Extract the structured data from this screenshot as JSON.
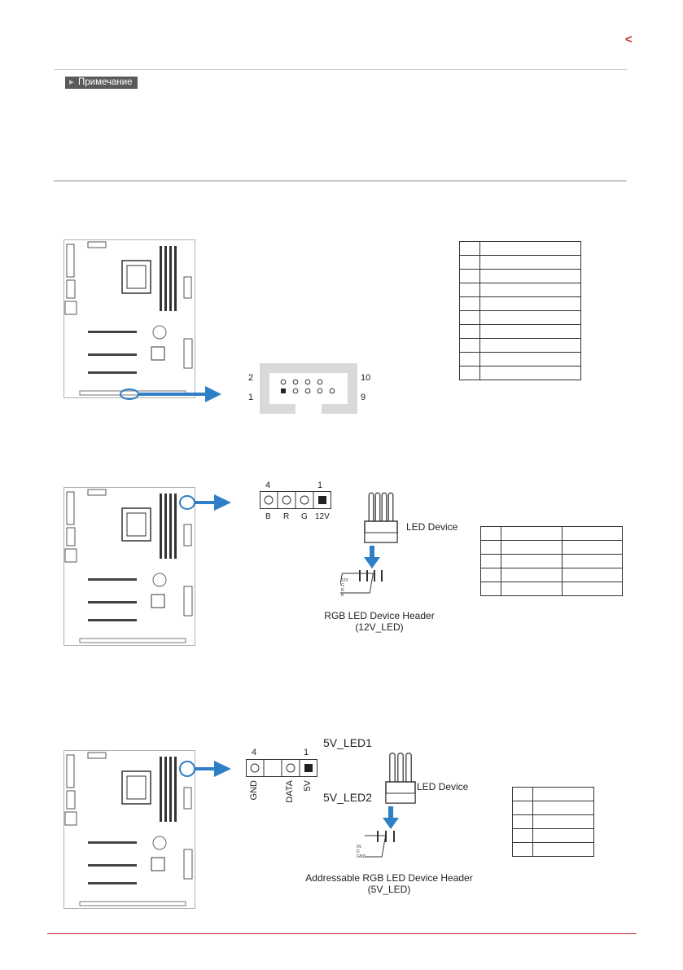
{
  "nav": {
    "back_icon": "chevron-left-icon",
    "accent": "#c0282d"
  },
  "note": {
    "label": "Примечание"
  },
  "section1": {
    "header_pins": {
      "top_left": "2",
      "top_right": "10",
      "bottom_left": "1",
      "bottom_right": "9"
    },
    "table_rows": 10
  },
  "section2": {
    "pin_left": "4",
    "pin_right": "1",
    "pin_labels": [
      "B",
      "R",
      "G",
      "12V"
    ],
    "device_label": "LED Device",
    "caption_line1": "RGB LED Device Header",
    "caption_line2": "(12V_LED)",
    "mini_labels": [
      "12V",
      "G",
      "R",
      "B"
    ],
    "table_rows": 5
  },
  "section3": {
    "title": "5V_LED1",
    "subtitle": "5V_LED2",
    "pin_left": "4",
    "pin_right": "1",
    "pin_labels": [
      "GND",
      "DATA",
      "5V"
    ],
    "device_label": "LED Device",
    "caption_line1": "Addressable RGB LED Device Header",
    "caption_line2": "(5V_LED)",
    "mini_labels": [
      "5V",
      "D",
      "GND"
    ],
    "table_rows": 5
  },
  "colors": {
    "arrow": "#2f7fc6",
    "rule": "#c8c8c8"
  }
}
